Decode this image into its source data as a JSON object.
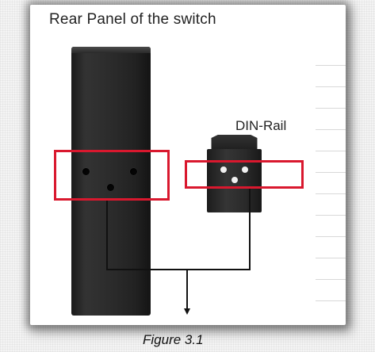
{
  "figure": {
    "title": "Rear Panel of the switch",
    "din_rail_label": "DIN-Rail",
    "caption": "Figure 3.1"
  },
  "colors": {
    "highlight_box": "#d9182e",
    "device": "#2a2a2a",
    "connector_line": "#111111"
  }
}
